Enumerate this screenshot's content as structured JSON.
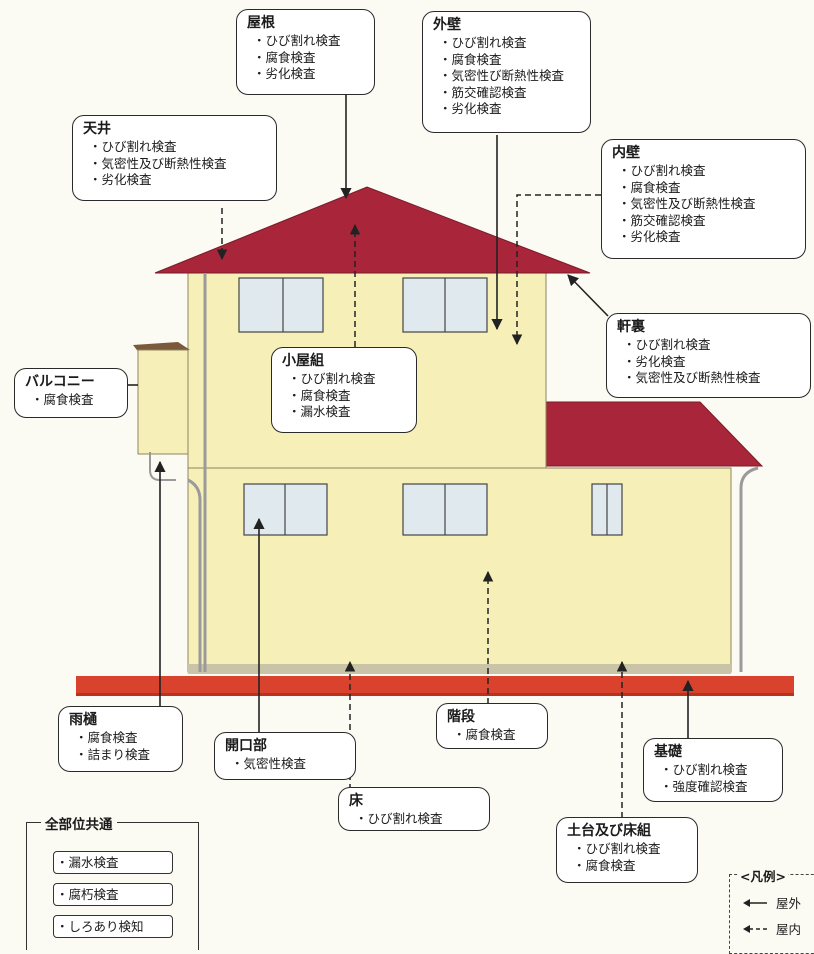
{
  "callouts": {
    "yane": {
      "title": "屋根",
      "items": [
        "ひび割れ検査",
        "腐食検査",
        "劣化検査"
      ]
    },
    "gaiheki": {
      "title": "外壁",
      "items": [
        "ひび割れ検査",
        "腐食検査",
        "気密性び断熱性検査",
        "筋交確認検査",
        "劣化検査"
      ]
    },
    "tenjo": {
      "title": "天井",
      "items": [
        "ひび割れ検査",
        "気密性及び断熱性検査",
        "劣化検査"
      ]
    },
    "naiheki": {
      "title": "内壁",
      "items": [
        "ひび割れ検査",
        "腐食検査",
        "気密性及び断熱性検査",
        "筋交確認検査",
        "劣化検査"
      ]
    },
    "nokiura": {
      "title": "軒裏",
      "items": [
        "ひび割れ検査",
        "劣化検査",
        "気密性及び断熱性検査"
      ]
    },
    "koyagumi": {
      "title": "小屋組",
      "items": [
        "ひび割れ検査",
        "腐食検査",
        "漏水検査"
      ]
    },
    "balcony": {
      "title": "バルコニー",
      "items": [
        "腐食検査"
      ]
    },
    "amadoi": {
      "title": "雨樋",
      "items": [
        "腐食検査",
        "詰まり検査"
      ]
    },
    "kaikobu": {
      "title": "開口部",
      "items": [
        "気密性検査"
      ]
    },
    "kaidan": {
      "title": "階段",
      "items": [
        "腐食検査"
      ]
    },
    "yuka": {
      "title": "床",
      "items": [
        "ひび割れ検査"
      ]
    },
    "kiso": {
      "title": "基礎",
      "items": [
        "ひび割れ検査",
        "強度確認検査"
      ]
    },
    "dodai": {
      "title": "土台及び床組",
      "items": [
        "ひび割れ検査",
        "腐食検査"
      ]
    }
  },
  "common": {
    "title": "全部位共通",
    "items": [
      "漏水検査",
      "腐朽検査",
      "しろあり検知"
    ]
  },
  "legend": {
    "title": "<凡例>",
    "outdoor": "屋外",
    "indoor": "屋内"
  },
  "colors": {
    "roof": "#a8253a",
    "wall": "#f6f0b8",
    "window": "#dfe9ee",
    "ground": "#d9432d"
  }
}
